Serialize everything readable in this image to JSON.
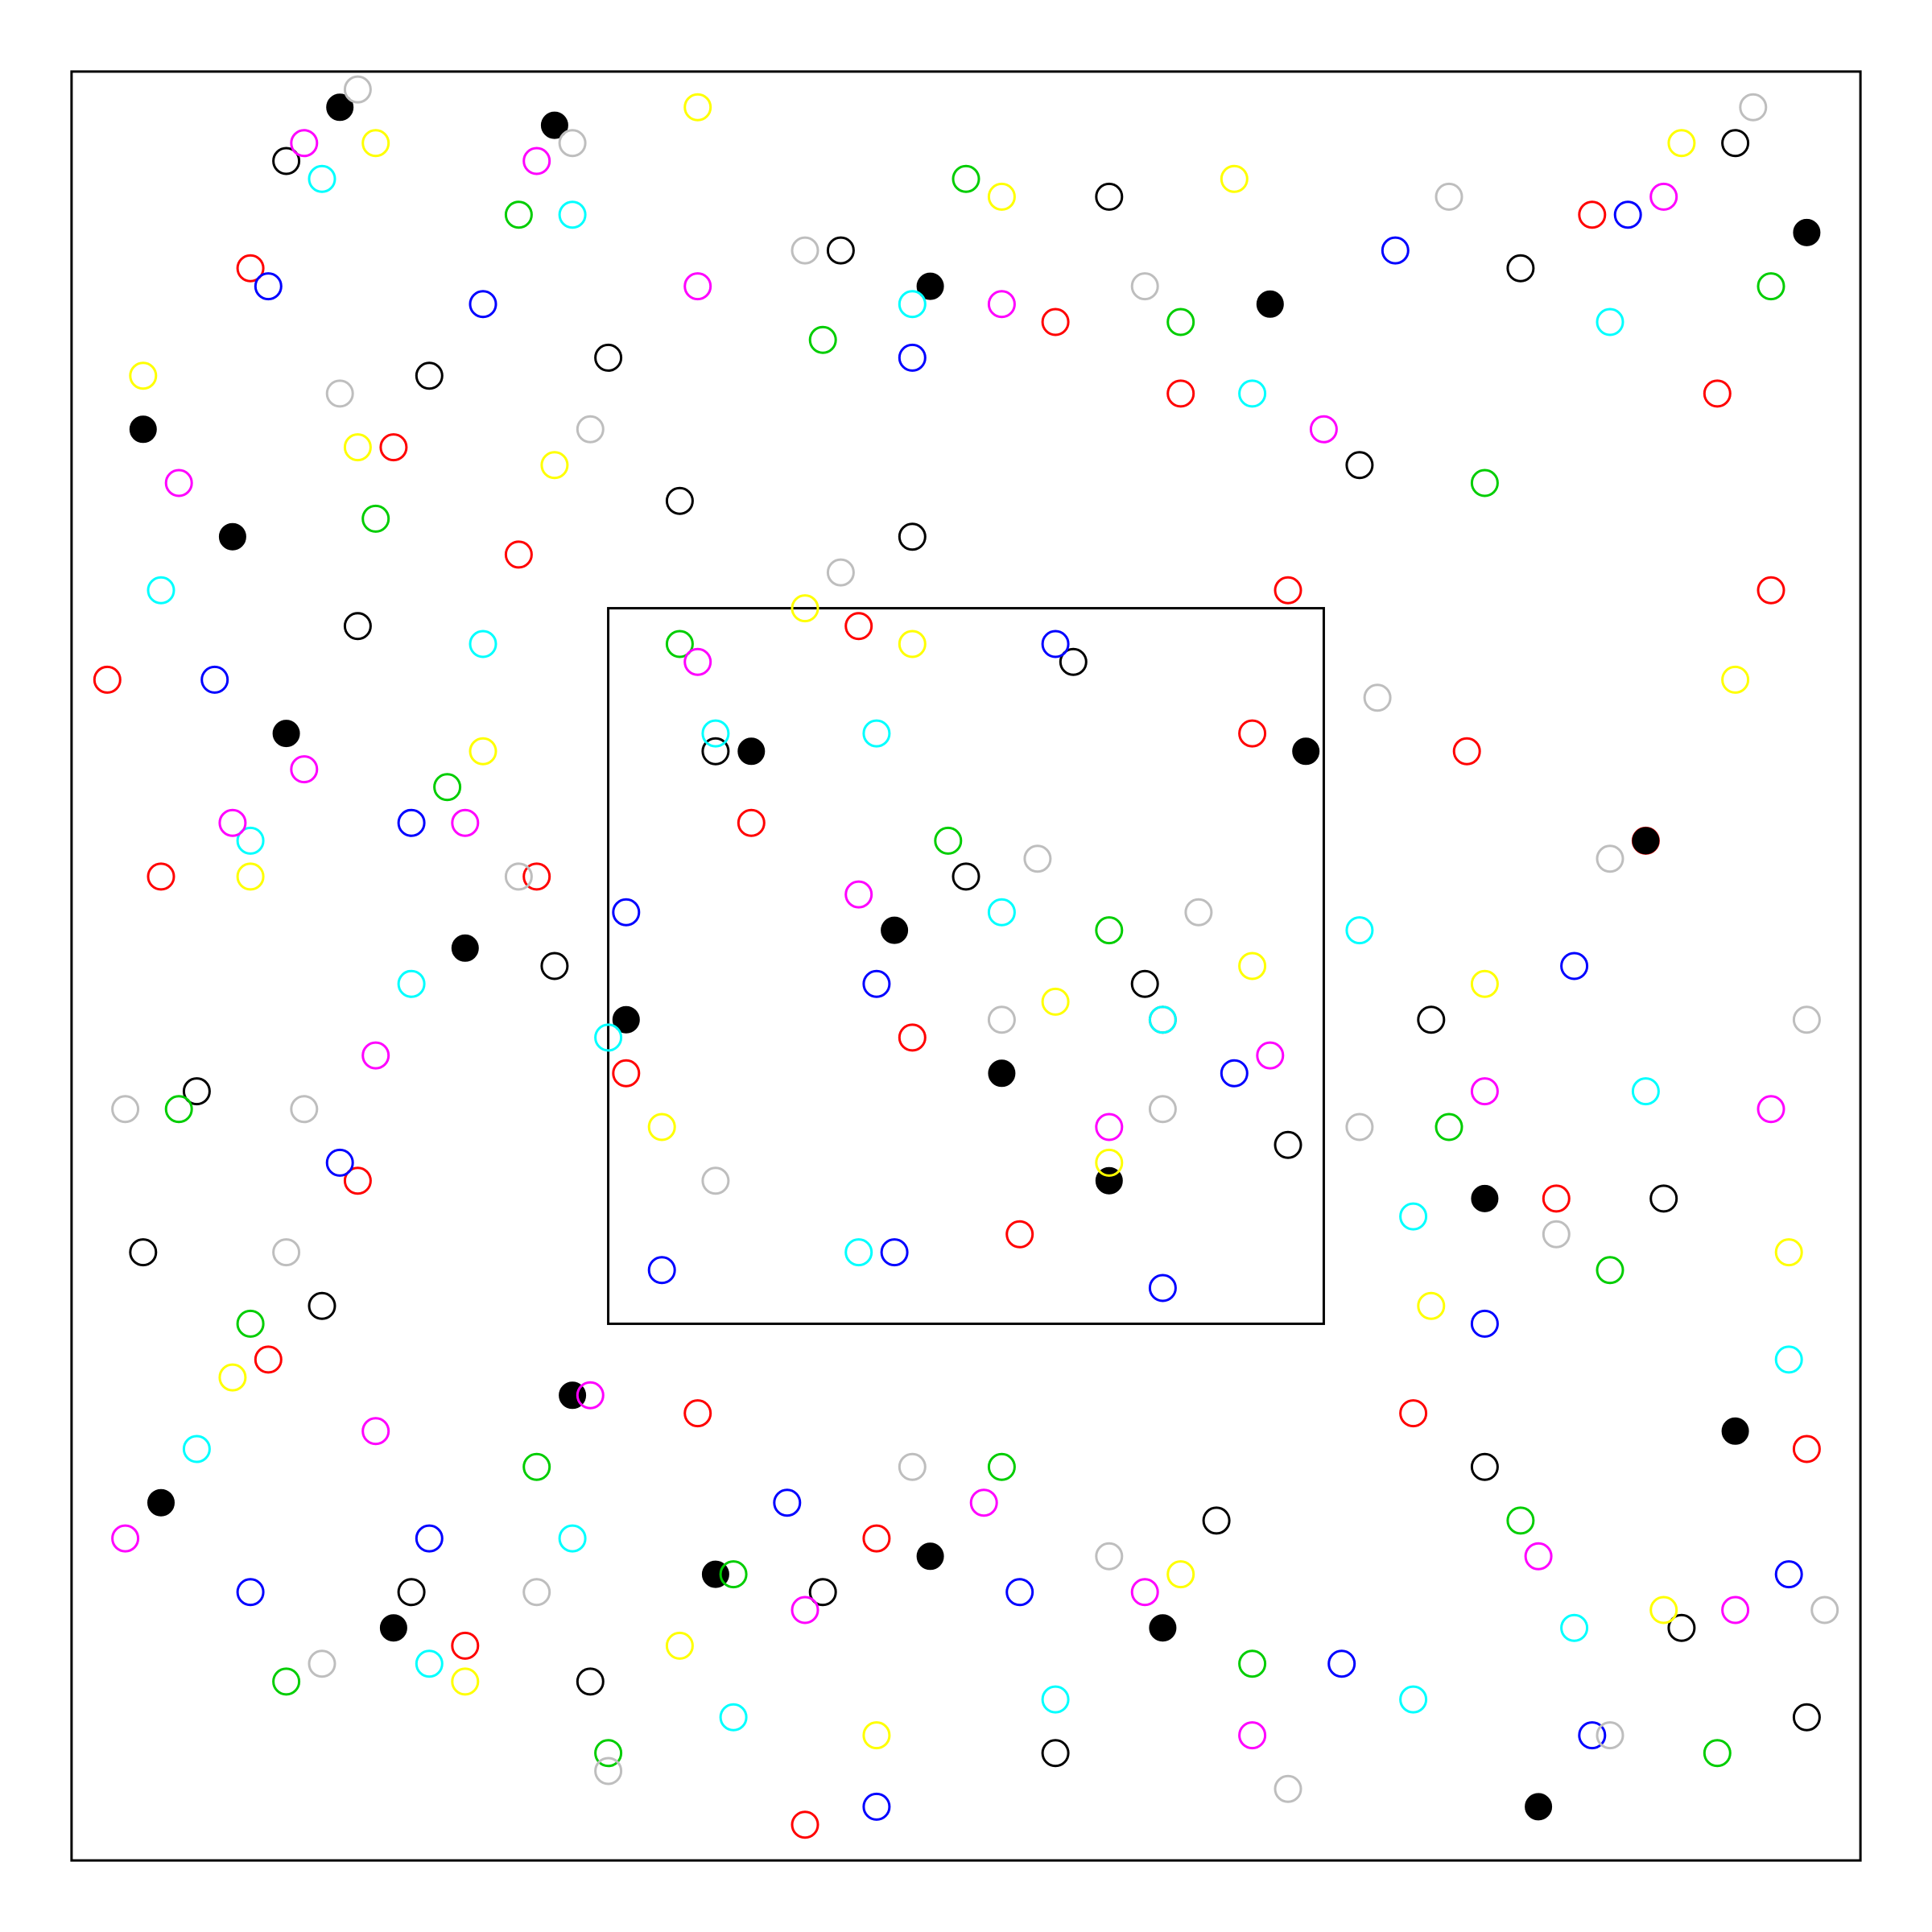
{
  "chart_data": {
    "type": "scatter",
    "title": "",
    "xlabel": "",
    "ylabel": "",
    "grid": false,
    "xlim": [
      -0.04,
      1.04
    ],
    "ylim": [
      -0.04,
      1.04
    ],
    "outer_window": {
      "x": [
        0,
        1
      ],
      "y": [
        0,
        1
      ]
    },
    "inner_window": {
      "x": [
        0.3,
        0.7
      ],
      "y": [
        0.3,
        0.7
      ]
    },
    "marker_colors": {
      "red": "#ff0000",
      "black": "#000000",
      "blue": "#0000ff",
      "green": "#00cd00",
      "cyan": "#00ffff",
      "magenta": "#ff00ff",
      "yellow": "#ffff00",
      "gray": "#bebebe"
    },
    "series": [
      {
        "color": "red",
        "marker": "open-circle",
        "points": [
          [
            0.1,
            0.89
          ],
          [
            0.18,
            0.79
          ],
          [
            0.25,
            0.73
          ],
          [
            0.26,
            0.55
          ],
          [
            0.35,
            0.25
          ],
          [
            0.45,
            0.18
          ],
          [
            0.55,
            0.86
          ],
          [
            0.62,
            0.82
          ],
          [
            0.68,
            0.71
          ],
          [
            0.78,
            0.62
          ],
          [
            0.85,
            0.92
          ],
          [
            0.92,
            0.82
          ],
          [
            0.05,
            0.55
          ],
          [
            0.16,
            0.38
          ],
          [
            0.38,
            0.58
          ],
          [
            0.47,
            0.46
          ],
          [
            0.61,
            0.47
          ],
          [
            0.75,
            0.25
          ],
          [
            0.88,
            0.57
          ],
          [
            0.97,
            0.23
          ],
          [
            0.02,
            0.66
          ],
          [
            0.11,
            0.28
          ],
          [
            0.22,
            0.12
          ],
          [
            0.41,
            0.02
          ],
          [
            0.53,
            0.35
          ],
          [
            0.66,
            0.63
          ],
          [
            0.83,
            0.37
          ],
          [
            0.95,
            0.71
          ],
          [
            0.31,
            0.44
          ],
          [
            0.44,
            0.69
          ]
        ]
      },
      {
        "color": "black",
        "marker": "open-circle",
        "points": [
          [
            0.12,
            0.95
          ],
          [
            0.2,
            0.83
          ],
          [
            0.3,
            0.84
          ],
          [
            0.43,
            0.9
          ],
          [
            0.58,
            0.93
          ],
          [
            0.72,
            0.78
          ],
          [
            0.81,
            0.89
          ],
          [
            0.93,
            0.96
          ],
          [
            0.07,
            0.43
          ],
          [
            0.14,
            0.31
          ],
          [
            0.27,
            0.5
          ],
          [
            0.36,
            0.62
          ],
          [
            0.5,
            0.55
          ],
          [
            0.6,
            0.49
          ],
          [
            0.76,
            0.47
          ],
          [
            0.89,
            0.37
          ],
          [
            0.04,
            0.34
          ],
          [
            0.19,
            0.15
          ],
          [
            0.29,
            0.1
          ],
          [
            0.42,
            0.15
          ],
          [
            0.55,
            0.06
          ],
          [
            0.64,
            0.19
          ],
          [
            0.79,
            0.22
          ],
          [
            0.9,
            0.13
          ],
          [
            0.97,
            0.08
          ],
          [
            0.34,
            0.76
          ],
          [
            0.47,
            0.74
          ],
          [
            0.56,
            0.67
          ],
          [
            0.16,
            0.69
          ],
          [
            0.68,
            0.4
          ]
        ]
      },
      {
        "color": "black",
        "marker": "filled-circle",
        "points": [
          [
            0.15,
            0.98
          ],
          [
            0.27,
            0.97
          ],
          [
            0.48,
            0.88
          ],
          [
            0.67,
            0.87
          ],
          [
            0.97,
            0.91
          ],
          [
            0.04,
            0.8
          ],
          [
            0.09,
            0.74
          ],
          [
            0.38,
            0.62
          ],
          [
            0.46,
            0.52
          ],
          [
            0.69,
            0.62
          ],
          [
            0.88,
            0.57
          ],
          [
            0.12,
            0.63
          ],
          [
            0.22,
            0.51
          ],
          [
            0.31,
            0.47
          ],
          [
            0.52,
            0.44
          ],
          [
            0.58,
            0.38
          ],
          [
            0.79,
            0.37
          ],
          [
            0.05,
            0.2
          ],
          [
            0.18,
            0.13
          ],
          [
            0.36,
            0.16
          ],
          [
            0.61,
            0.13
          ],
          [
            0.82,
            0.03
          ],
          [
            0.93,
            0.24
          ],
          [
            0.28,
            0.26
          ],
          [
            0.48,
            0.17
          ]
        ]
      },
      {
        "color": "blue",
        "marker": "open-circle",
        "points": [
          [
            0.11,
            0.88
          ],
          [
            0.23,
            0.87
          ],
          [
            0.47,
            0.84
          ],
          [
            0.55,
            0.68
          ],
          [
            0.74,
            0.9
          ],
          [
            0.87,
            0.92
          ],
          [
            0.08,
            0.66
          ],
          [
            0.19,
            0.58
          ],
          [
            0.31,
            0.53
          ],
          [
            0.45,
            0.49
          ],
          [
            0.65,
            0.44
          ],
          [
            0.84,
            0.5
          ],
          [
            0.15,
            0.39
          ],
          [
            0.33,
            0.33
          ],
          [
            0.46,
            0.34
          ],
          [
            0.61,
            0.32
          ],
          [
            0.79,
            0.3
          ],
          [
            0.2,
            0.18
          ],
          [
            0.4,
            0.2
          ],
          [
            0.53,
            0.15
          ],
          [
            0.71,
            0.11
          ],
          [
            0.85,
            0.07
          ],
          [
            0.96,
            0.16
          ],
          [
            0.1,
            0.15
          ],
          [
            0.45,
            0.03
          ]
        ]
      },
      {
        "color": "green",
        "marker": "open-circle",
        "points": [
          [
            0.25,
            0.92
          ],
          [
            0.42,
            0.85
          ],
          [
            0.5,
            0.94
          ],
          [
            0.62,
            0.86
          ],
          [
            0.79,
            0.77
          ],
          [
            0.95,
            0.88
          ],
          [
            0.17,
            0.75
          ],
          [
            0.21,
            0.6
          ],
          [
            0.34,
            0.68
          ],
          [
            0.49,
            0.57
          ],
          [
            0.58,
            0.52
          ],
          [
            0.77,
            0.41
          ],
          [
            0.86,
            0.33
          ],
          [
            0.06,
            0.42
          ],
          [
            0.1,
            0.3
          ],
          [
            0.26,
            0.22
          ],
          [
            0.37,
            0.16
          ],
          [
            0.52,
            0.22
          ],
          [
            0.66,
            0.11
          ],
          [
            0.81,
            0.19
          ],
          [
            0.92,
            0.06
          ],
          [
            0.12,
            0.1
          ],
          [
            0.3,
            0.06
          ]
        ]
      },
      {
        "color": "cyan",
        "marker": "open-circle",
        "points": [
          [
            0.14,
            0.94
          ],
          [
            0.28,
            0.92
          ],
          [
            0.47,
            0.87
          ],
          [
            0.66,
            0.82
          ],
          [
            0.86,
            0.86
          ],
          [
            0.05,
            0.71
          ],
          [
            0.23,
            0.68
          ],
          [
            0.36,
            0.63
          ],
          [
            0.45,
            0.63
          ],
          [
            0.52,
            0.53
          ],
          [
            0.61,
            0.47
          ],
          [
            0.72,
            0.52
          ],
          [
            0.1,
            0.57
          ],
          [
            0.19,
            0.49
          ],
          [
            0.3,
            0.46
          ],
          [
            0.44,
            0.34
          ],
          [
            0.75,
            0.36
          ],
          [
            0.88,
            0.43
          ],
          [
            0.2,
            0.11
          ],
          [
            0.37,
            0.08
          ],
          [
            0.55,
            0.09
          ],
          [
            0.75,
            0.09
          ],
          [
            0.84,
            0.13
          ],
          [
            0.96,
            0.28
          ],
          [
            0.07,
            0.23
          ],
          [
            0.28,
            0.18
          ]
        ]
      },
      {
        "color": "magenta",
        "marker": "open-circle",
        "points": [
          [
            0.13,
            0.96
          ],
          [
            0.26,
            0.95
          ],
          [
            0.35,
            0.88
          ],
          [
            0.52,
            0.87
          ],
          [
            0.7,
            0.8
          ],
          [
            0.89,
            0.93
          ],
          [
            0.06,
            0.77
          ],
          [
            0.13,
            0.61
          ],
          [
            0.22,
            0.58
          ],
          [
            0.35,
            0.67
          ],
          [
            0.44,
            0.54
          ],
          [
            0.58,
            0.41
          ],
          [
            0.67,
            0.45
          ],
          [
            0.79,
            0.43
          ],
          [
            0.95,
            0.42
          ],
          [
            0.09,
            0.58
          ],
          [
            0.17,
            0.45
          ],
          [
            0.29,
            0.26
          ],
          [
            0.41,
            0.14
          ],
          [
            0.51,
            0.2
          ],
          [
            0.66,
            0.07
          ],
          [
            0.82,
            0.17
          ],
          [
            0.93,
            0.14
          ],
          [
            0.03,
            0.18
          ],
          [
            0.17,
            0.24
          ],
          [
            0.6,
            0.15
          ]
        ]
      },
      {
        "color": "yellow",
        "marker": "open-circle",
        "points": [
          [
            0.17,
            0.96
          ],
          [
            0.35,
            0.98
          ],
          [
            0.52,
            0.93
          ],
          [
            0.65,
            0.94
          ],
          [
            0.9,
            0.96
          ],
          [
            0.04,
            0.83
          ],
          [
            0.16,
            0.79
          ],
          [
            0.27,
            0.78
          ],
          [
            0.41,
            0.7
          ],
          [
            0.47,
            0.68
          ],
          [
            0.55,
            0.48
          ],
          [
            0.66,
            0.5
          ],
          [
            0.79,
            0.49
          ],
          [
            0.93,
            0.66
          ],
          [
            0.1,
            0.55
          ],
          [
            0.23,
            0.62
          ],
          [
            0.33,
            0.41
          ],
          [
            0.58,
            0.39
          ],
          [
            0.76,
            0.31
          ],
          [
            0.22,
            0.1
          ],
          [
            0.34,
            0.12
          ],
          [
            0.45,
            0.07
          ],
          [
            0.62,
            0.16
          ],
          [
            0.89,
            0.14
          ],
          [
            0.96,
            0.34
          ],
          [
            0.09,
            0.27
          ]
        ]
      },
      {
        "color": "gray",
        "marker": "open-circle",
        "points": [
          [
            0.16,
            0.99
          ],
          [
            0.28,
            0.96
          ],
          [
            0.41,
            0.9
          ],
          [
            0.6,
            0.88
          ],
          [
            0.77,
            0.93
          ],
          [
            0.94,
            0.98
          ],
          [
            0.15,
            0.82
          ],
          [
            0.29,
            0.8
          ],
          [
            0.43,
            0.72
          ],
          [
            0.54,
            0.56
          ],
          [
            0.63,
            0.53
          ],
          [
            0.73,
            0.65
          ],
          [
            0.86,
            0.56
          ],
          [
            0.97,
            0.47
          ],
          [
            0.03,
            0.42
          ],
          [
            0.13,
            0.42
          ],
          [
            0.25,
            0.55
          ],
          [
            0.36,
            0.38
          ],
          [
            0.52,
            0.47
          ],
          [
            0.61,
            0.42
          ],
          [
            0.72,
            0.41
          ],
          [
            0.83,
            0.35
          ],
          [
            0.14,
            0.11
          ],
          [
            0.26,
            0.15
          ],
          [
            0.47,
            0.22
          ],
          [
            0.58,
            0.17
          ],
          [
            0.68,
            0.04
          ],
          [
            0.86,
            0.07
          ],
          [
            0.98,
            0.14
          ],
          [
            0.3,
            0.05
          ],
          [
            0.12,
            0.34
          ]
        ]
      }
    ]
  }
}
